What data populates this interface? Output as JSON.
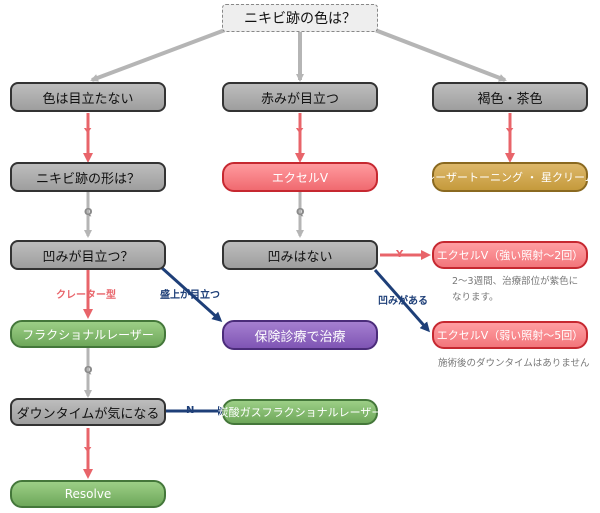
{
  "nodes": {
    "start": "ニキビ跡の色は？",
    "inconspicuous": "色は目立たない",
    "redness": "赤みが目立つ",
    "brown": "褐色・茶色",
    "shape_question": "ニキビ跡の形は？",
    "excel_v": "エクセルV",
    "laser_toning": "レーザートーニング ・ 星クリーム",
    "dent_question": "凹みが目立つ？",
    "no_dent": "凹みはない",
    "excel_v_strong": "エクセルV（強い照射〜2回）",
    "excel_v_weak": "エクセルV（弱い照射〜5回）",
    "insurance": "保険診療で治療",
    "fractional": "フラクショナルレーザー",
    "downtime_question": "ダウンタイムが気になる",
    "co2_fractional": "炭酸ガスフラクショナルレーザー",
    "resolve": "Resolve"
  },
  "edge_labels": {
    "y": "Y",
    "q": "Q",
    "n": "N",
    "crater": "クレーター型",
    "raised": "盛上が目立つ",
    "dented": "凹みがある"
  },
  "notes": {
    "strong_line1": "2～3週間、治療部位が紫色に",
    "strong_line2": "なります。",
    "weak": "施術後のダウンタイムはありません"
  },
  "colors": {
    "gray_arrow": "#b5b5b5",
    "red_arrow": "#e8646a",
    "navy_arrow": "#1e3f78"
  }
}
